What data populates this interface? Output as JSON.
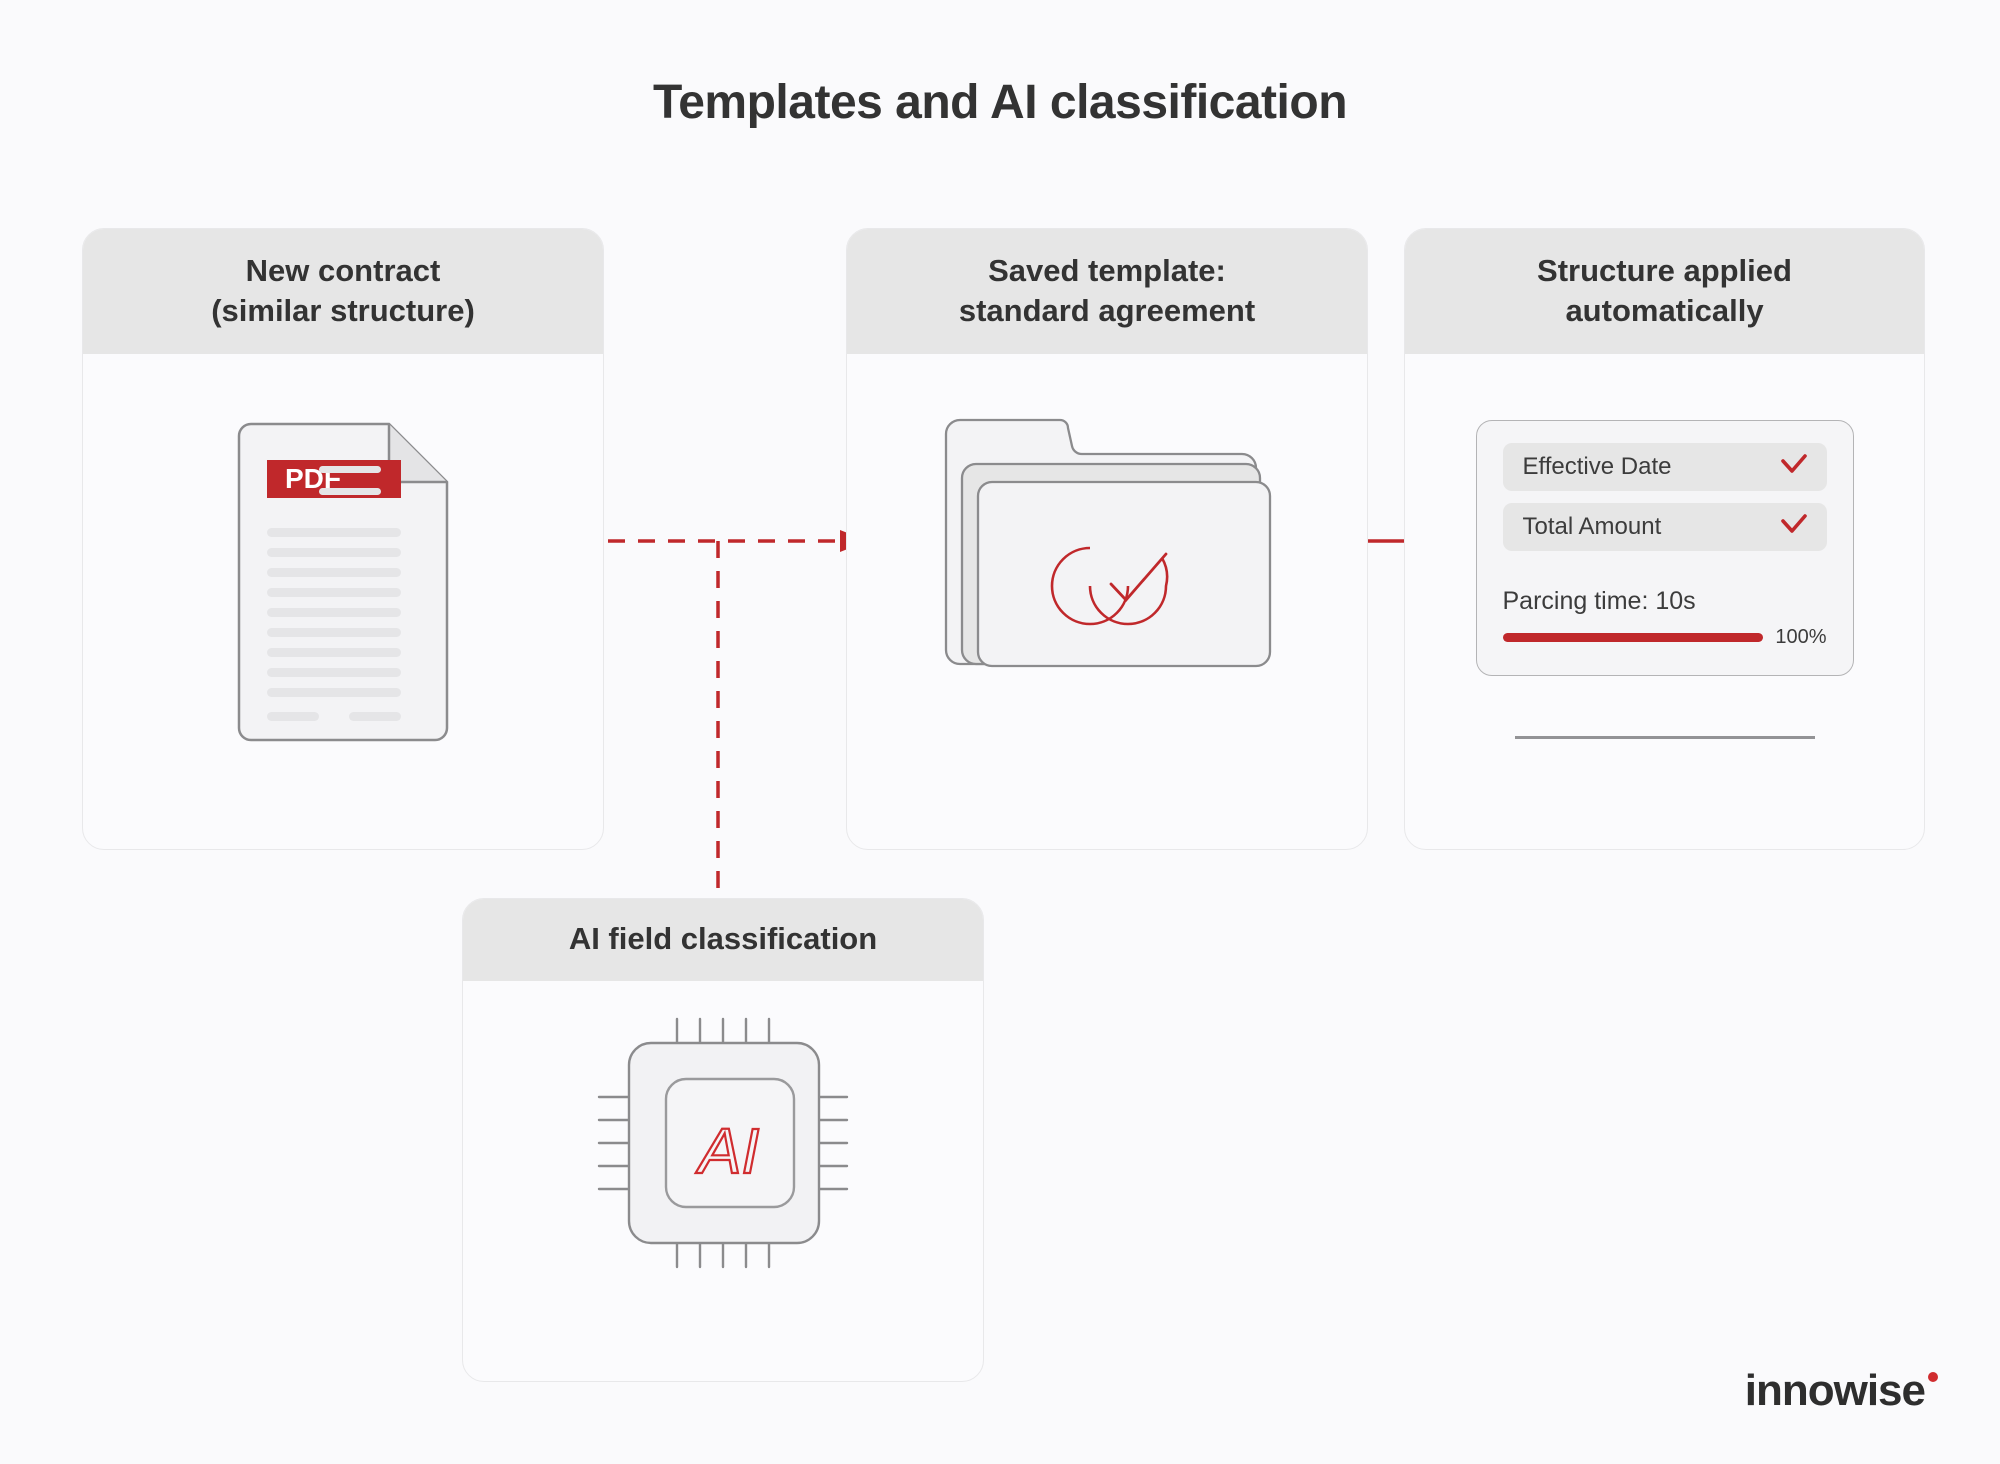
{
  "page": {
    "title": "Templates and AI classification",
    "background_color": "#fafafc",
    "accent_color": "#c0282b",
    "text_color": "#333333"
  },
  "cards": {
    "contract": {
      "header": "New contract\n(similar structure)",
      "icon": "pdf-document-icon",
      "badge": "PDF"
    },
    "template": {
      "header": "Saved template:\nstandard agreement",
      "icon": "folder-stack-check-icon"
    },
    "structure": {
      "header": "Structure applied\nautomatically",
      "fields": [
        {
          "label": "Effective Date",
          "status_icon": "check-icon"
        },
        {
          "label": "Total Amount",
          "status_icon": "check-icon"
        }
      ],
      "parcing_time_label": "Parcing time: 10s",
      "progress_percent": "100%",
      "progress_value": 100
    },
    "ai": {
      "header": "AI field classification",
      "icon": "cpu-chip-icon",
      "chip_label": "AI"
    }
  },
  "connectors": {
    "contract_to_template": "dashed-arrow-right",
    "branch_to_ai": "dashed-line-down",
    "template_to_structure": "solid-arrow-right"
  },
  "logo": {
    "text": "innowise",
    "dot_color": "#d02c2f"
  }
}
